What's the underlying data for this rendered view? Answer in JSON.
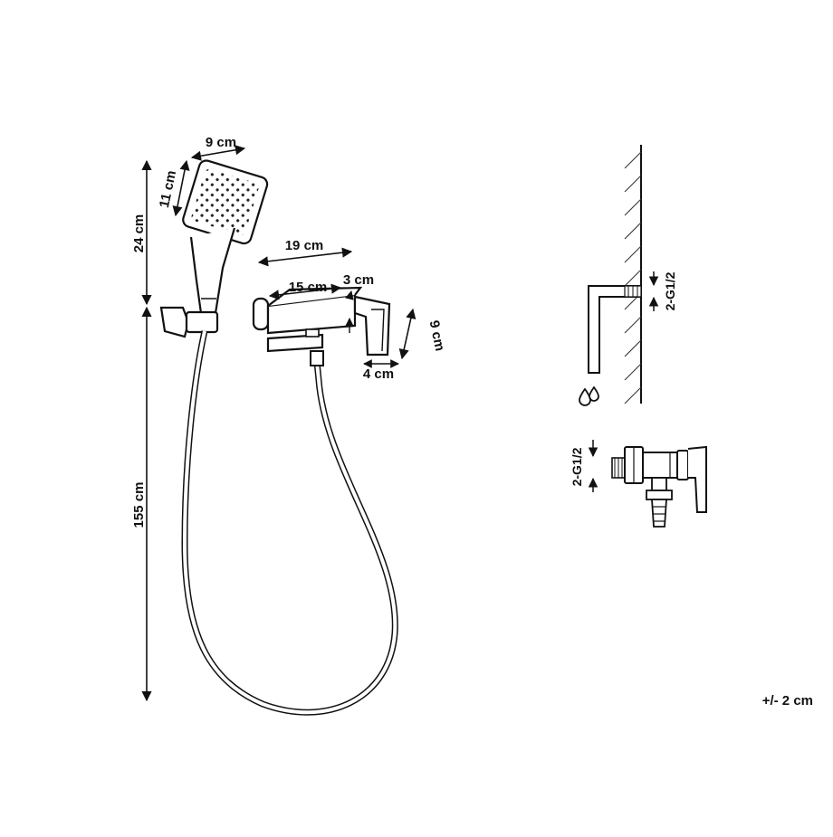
{
  "dimensions": {
    "head_width": "9 cm",
    "head_height": "11 cm",
    "handset_length": "24 cm",
    "hose_length": "155 cm",
    "mixer_width": "19 cm",
    "mixer_body": "15 cm",
    "lever_depth": "3 cm",
    "lever_height": "9 cm",
    "lever_width": "4 cm"
  },
  "connections": {
    "wall_thread": "2-G1/2",
    "valve_thread": "2-G1/2"
  },
  "tolerance": "+/- 2 cm",
  "icons": {
    "water": "water-drops-icon"
  }
}
